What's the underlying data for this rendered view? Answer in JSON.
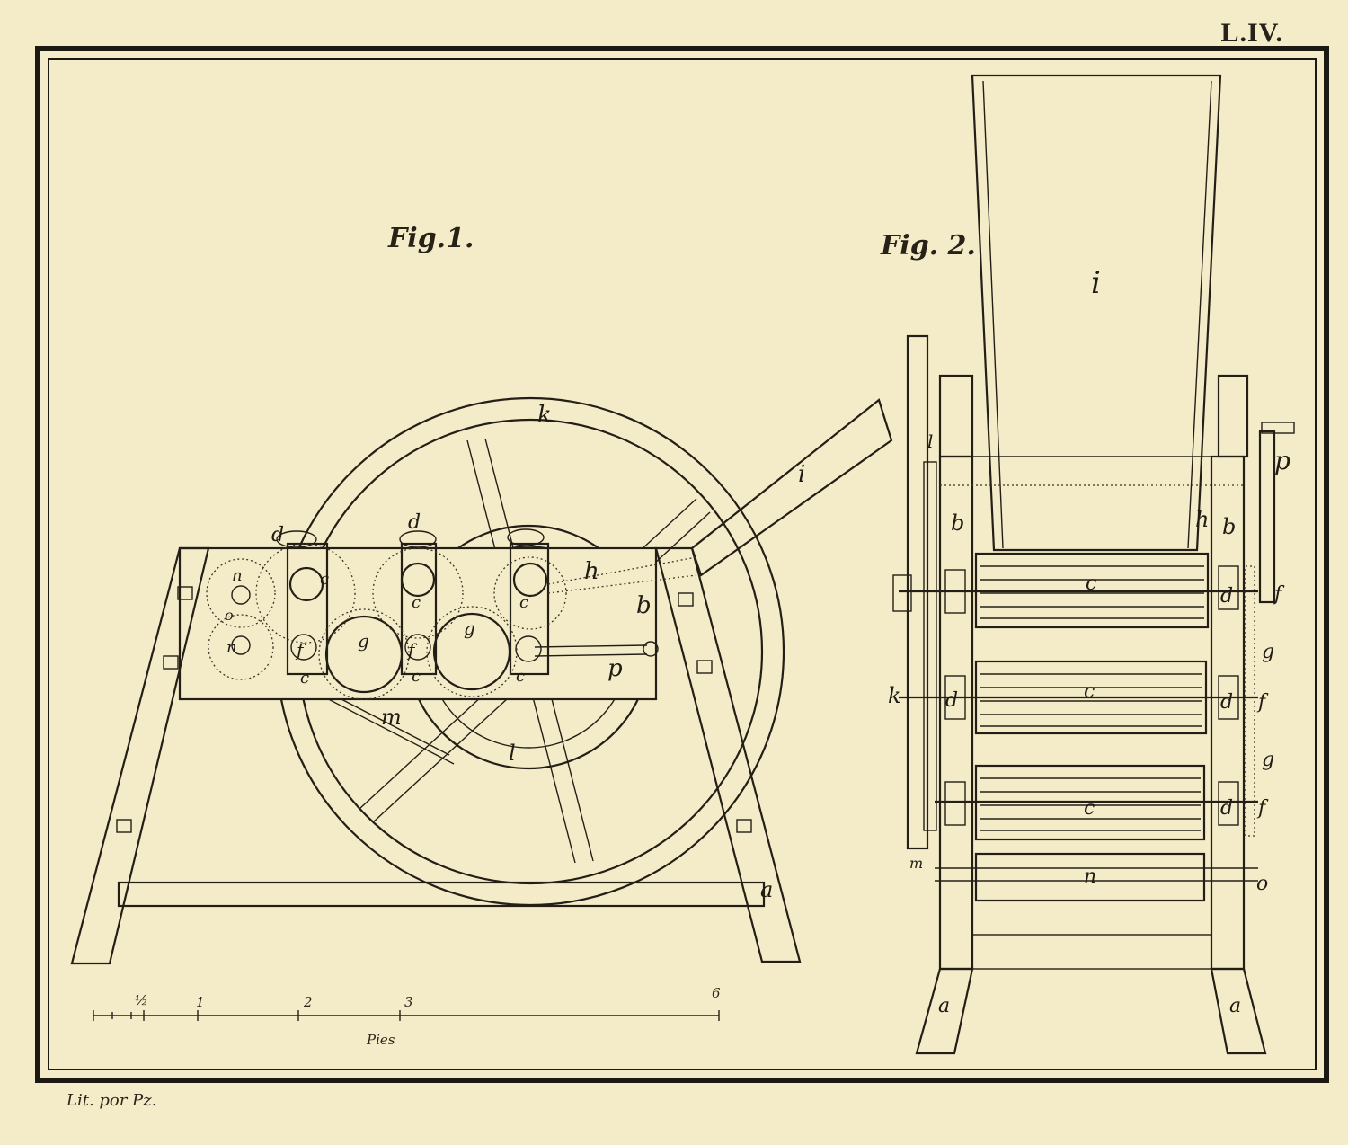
{
  "plate": {
    "number": "L.IV.",
    "credit": "Lit. por Pz.",
    "background_color": "#f4ebc8",
    "ink_color": "#231f16"
  },
  "figures": [
    {
      "id": "fig1",
      "title": "Fig.1.",
      "labels": [
        "k",
        "i",
        "h",
        "b",
        "d",
        "d",
        "c",
        "c",
        "c",
        "c",
        "c",
        "c",
        "f",
        "f",
        "g",
        "g",
        "n",
        "n",
        "o",
        "p",
        "m",
        "l",
        "a"
      ]
    },
    {
      "id": "fig2",
      "title": "Fig. 2.",
      "labels": [
        "i",
        "l",
        "h",
        "b",
        "b",
        "p",
        "c",
        "d",
        "d",
        "f",
        "g",
        "c",
        "d",
        "f",
        "g",
        "c",
        "d",
        "f",
        "k",
        "m",
        "n",
        "o",
        "a",
        "a"
      ]
    }
  ],
  "scale_bar": {
    "unit_label": "Pies",
    "ticks": [
      "½",
      "1",
      "2",
      "3",
      "6"
    ]
  }
}
